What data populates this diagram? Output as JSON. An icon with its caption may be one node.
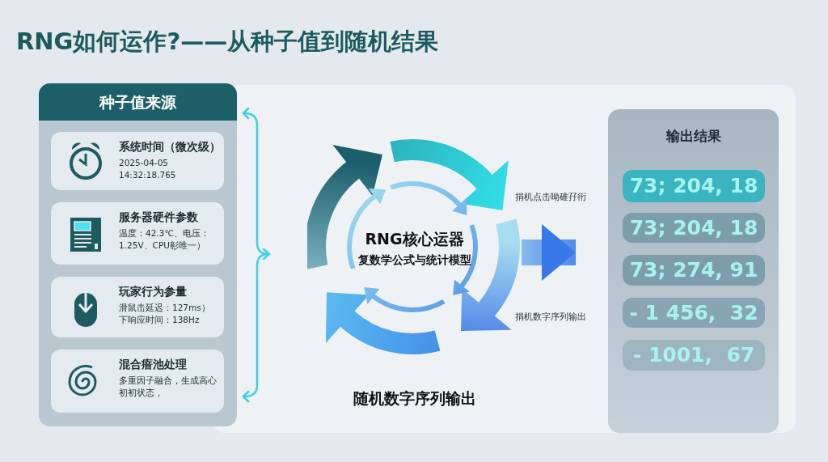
{
  "diagram": {
    "title": "RNG如何运作?——从种子值到随机结果",
    "nodes": [
      {
        "text": [
          "种子值来源"
        ]
      },
      {
        "text": [
          "系统时间（微次级）",
          "2025-04-05 14:32:18.765"
        ],
        "in": 0
      },
      {
        "text": [
          "服务器硬件参数",
          "温度：42.3℃、电压：1.25V、CPU彰唯一）"
        ],
        "in": 0
      },
      {
        "text": [
          "玩家行为参量",
          "滑鼠击延迟：127ms）下响应时间：138Hz"
        ],
        "in": 0
      },
      {
        "text": [
          "混合瘖池处理",
          "多重因子融合，生成高心初初状态，"
        ],
        "in": 0
      },
      {
        "text": [
          "RNG核心运器",
          "复数学公式与统计模型"
        ],
        "beside": [
          "随机数字序列输出"
        ]
      },
      {
        "text": [
          "输出结果"
        ]
      },
      {
        "text": [
          "73; 204, 18"
        ],
        "in": 6
      },
      {
        "text": [
          "73; 204, 18"
        ],
        "in": 6
      },
      {
        "text": [
          "73; 274, 91"
        ],
        "in": 6
      },
      {
        "text": [
          "- 1 456,  32"
        ],
        "in": 6
      },
      {
        "text": [
          "- 1001,  67"
        ],
        "in": 6
      }
    ],
    "edges": [
      {
        "from": 5,
        "to": 6,
        "arrow": "to"
      }
    ],
    "labels": [
      "捐机点击呦碓孖衎",
      "捐机数字序列输出"
    ]
  }
}
